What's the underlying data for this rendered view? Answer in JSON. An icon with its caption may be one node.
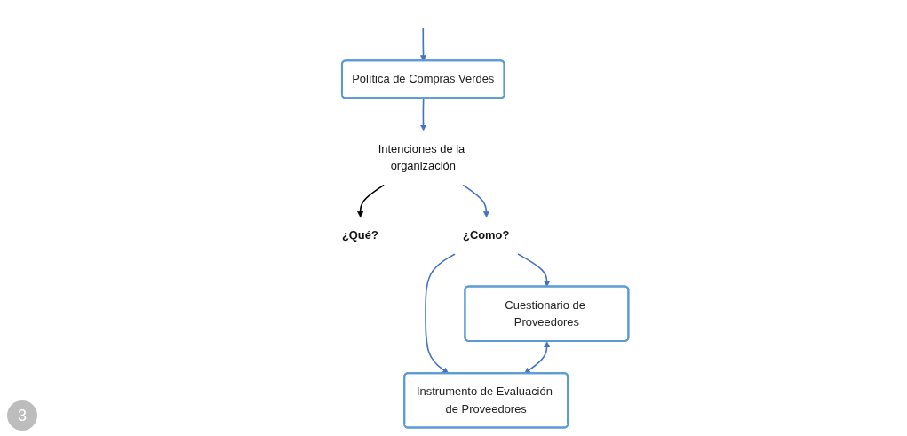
{
  "diagram": {
    "nodes": [
      {
        "text": [
          "Política de Compras Verdes"
        ]
      },
      {
        "text": [
          "Intenciones de la organización"
        ]
      },
      {
        "text": [
          "¿Qué?"
        ]
      },
      {
        "text": [
          "¿Como?"
        ]
      },
      {
        "text": [
          "Cuestionario de Proveedores"
        ]
      },
      {
        "text": [
          "Instrumento de Evaluación de Proveedores"
        ]
      }
    ],
    "edges": [
      {
        "from": null,
        "to": 0,
        "arrow": "to"
      },
      {
        "from": 0,
        "to": 1,
        "arrow": "to"
      },
      {
        "from": 1,
        "to": 2,
        "arrow": "to",
        "color": "#000000"
      },
      {
        "from": 1,
        "to": 3,
        "arrow": "to"
      },
      {
        "from": 3,
        "to": 4,
        "arrow": "to"
      },
      {
        "from": 3,
        "to": 5,
        "arrow": "to"
      },
      {
        "from": 4,
        "to": 5,
        "arrow": "both"
      }
    ],
    "labels": [
      "3"
    ]
  }
}
